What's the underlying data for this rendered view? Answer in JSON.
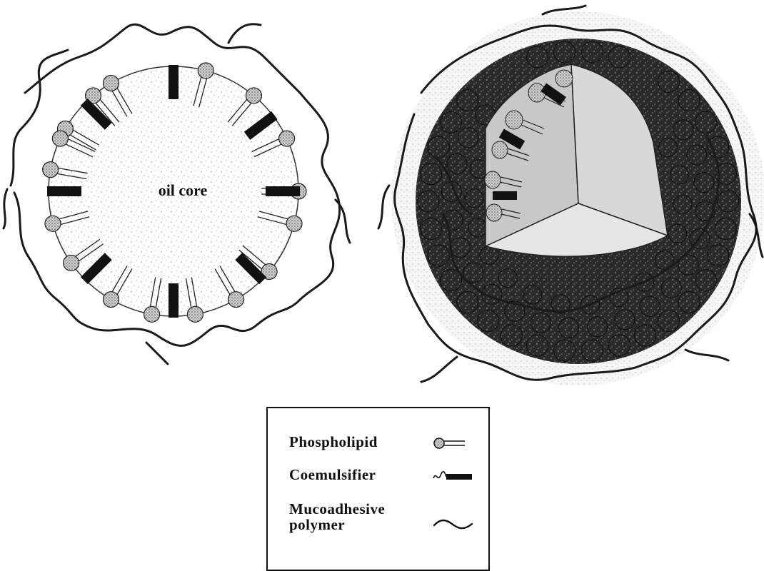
{
  "diagram": {
    "left_panel": {
      "core_label": "oil core"
    },
    "legend": {
      "items": [
        {
          "label": "Phospholipid",
          "icon": "phospholipid-icon"
        },
        {
          "label": "Coemulsifier",
          "icon": "coemulsifier-icon"
        },
        {
          "label": "Mucoadhesive polymer",
          "icon": "polymer-icon"
        }
      ]
    }
  }
}
